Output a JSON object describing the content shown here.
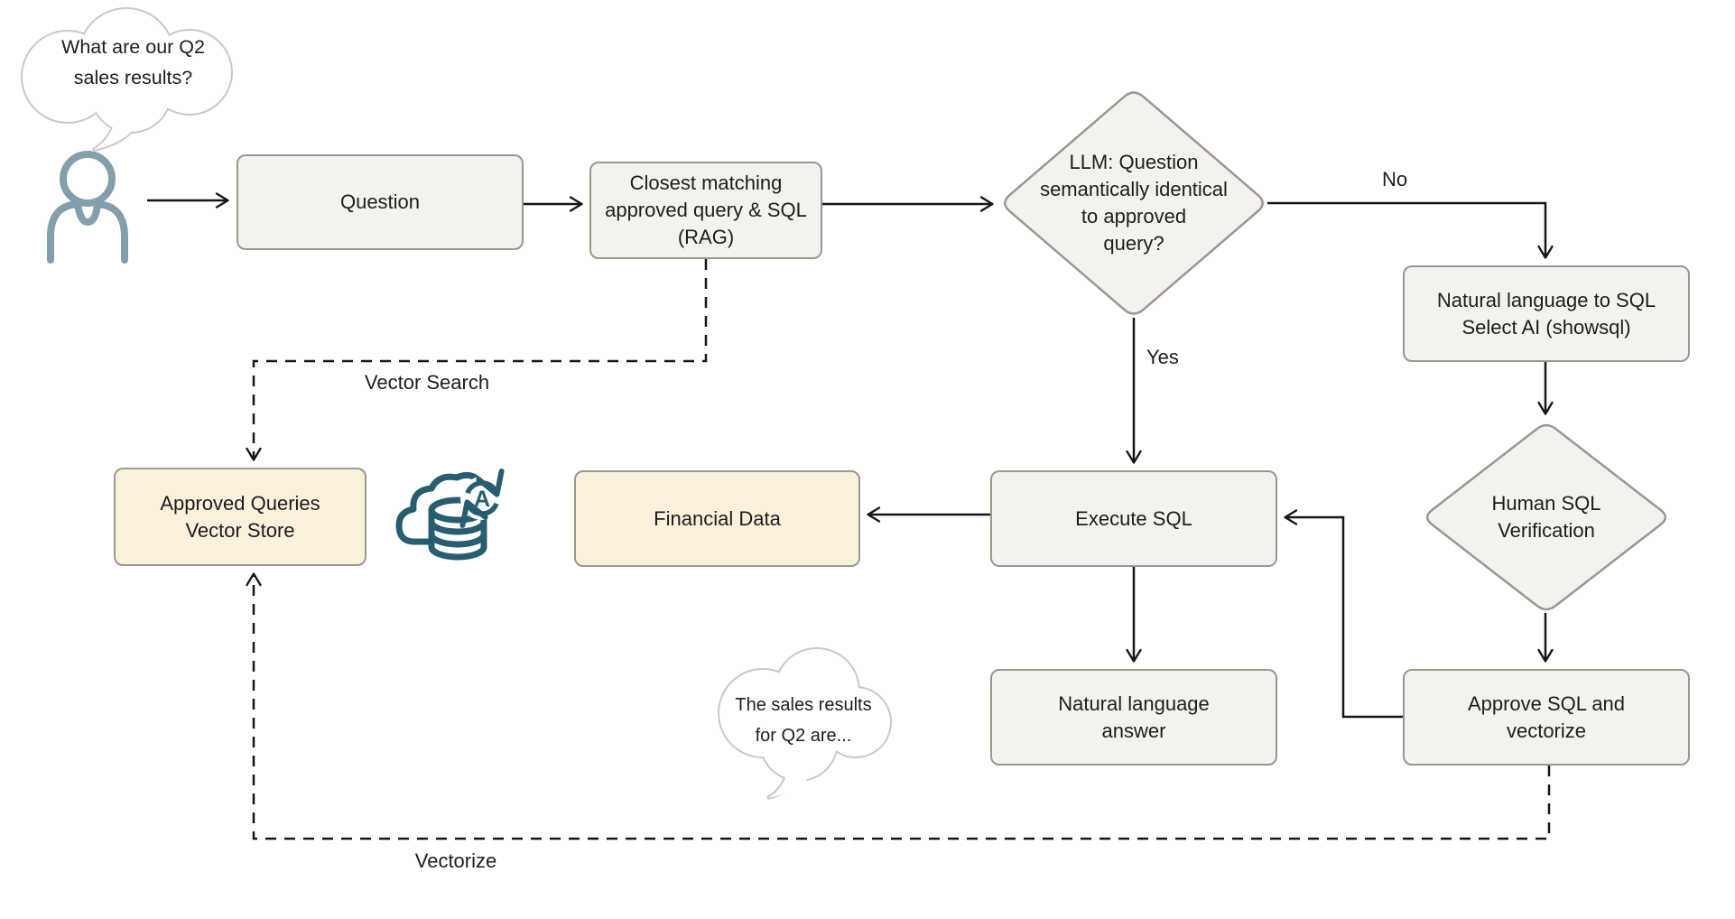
{
  "bubbles": {
    "question": {
      "text": "What are our Q2\nsales results?"
    },
    "answer": {
      "text": "The sales results\nfor Q2 are..."
    }
  },
  "nodes": {
    "question": {
      "label": "Question"
    },
    "closest_match": {
      "label": "Closest matching\napproved query & SQL\n(RAG)"
    },
    "llm_decision": {
      "label": "LLM: Question\nsemantically identical\nto approved\nquery?"
    },
    "nl_to_sql": {
      "label": "Natural language to SQL\nSelect AI (showsql)"
    },
    "human_verification": {
      "label": "Human SQL\nVerification"
    },
    "approve_vectorize": {
      "label": "Approve SQL and\nvectorize"
    },
    "execute_sql": {
      "label": "Execute SQL"
    },
    "natural_answer": {
      "label": "Natural language\nanswer"
    },
    "financial_data": {
      "label": "Financial Data"
    },
    "vector_store": {
      "label": "Approved Queries\nVector Store"
    }
  },
  "edge_labels": {
    "no": "No",
    "yes": "Yes",
    "vector_search": "Vector Search",
    "vectorize": "Vectorize"
  },
  "icons": {
    "person": "person-icon",
    "cloud_db": "cloud-database-sync-icon",
    "cloud_db_letter": "A"
  },
  "colors": {
    "background": "#ffffff",
    "node_fill": "#f3f2ee",
    "store_fill": "#faf0dc",
    "node_border": "#9b978f",
    "arrow": "#161616",
    "text": "#1d1d1d",
    "bubble_border": "#c9c9c9",
    "person_icon": "#849fab",
    "db_icon": "#275d6e"
  }
}
